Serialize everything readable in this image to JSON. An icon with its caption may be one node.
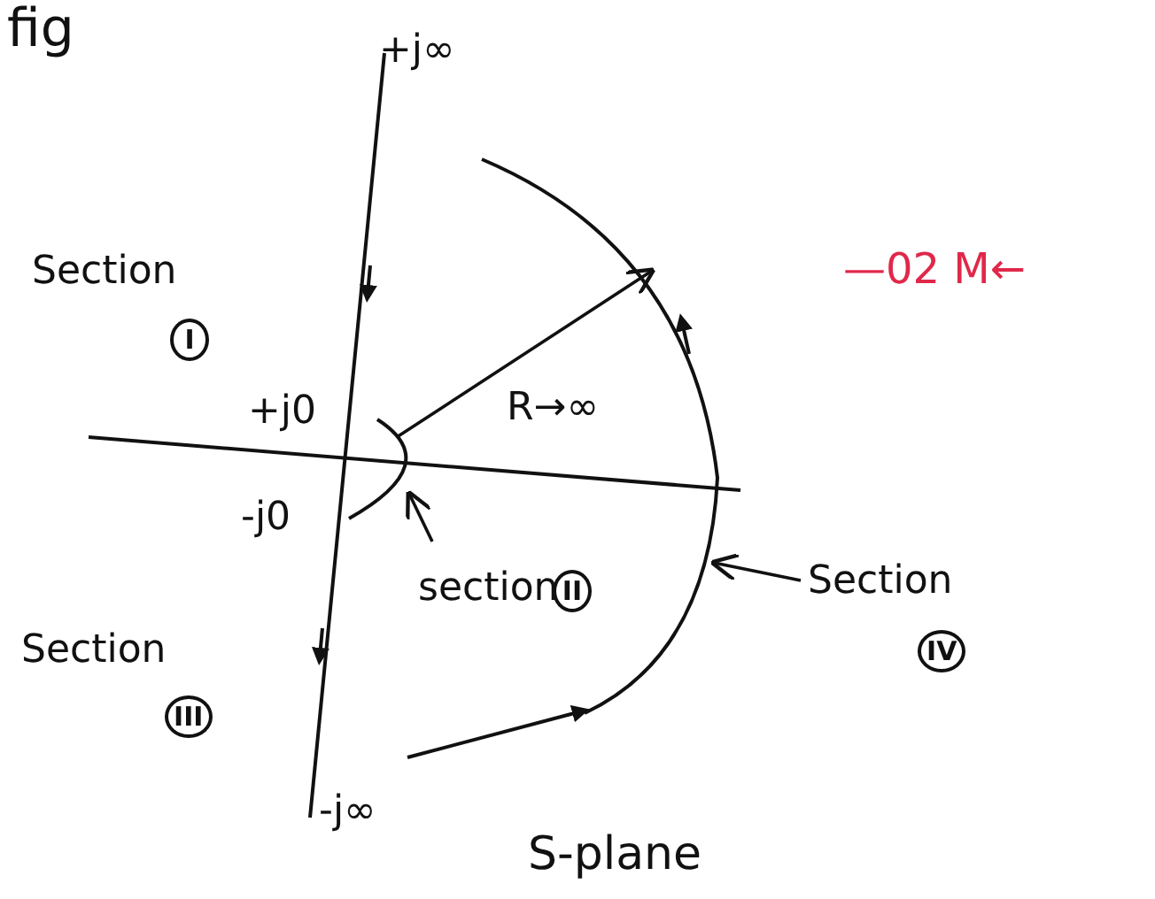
{
  "diagram": {
    "nodes": [
      {
        "text": [
          "Section",
          "I"
        ]
      },
      {
        "text": [],
        "shape": "arc"
      },
      {
        "text": [],
        "shape": "arc"
      },
      {
        "text": [
          "section",
          "II"
        ],
        "in": 2
      },
      {
        "text": [
          "Section",
          "IV"
        ]
      },
      {
        "text": [
          "Section",
          "III"
        ]
      }
    ],
    "edges": [
      {
        "from": 3,
        "to": 1,
        "arrow": "to"
      },
      {
        "from": 4,
        "to": 2,
        "arrow": "to"
      },
      {
        "from": 1,
        "to": 2,
        "arrow": "to",
        "label": "R→∞"
      }
    ],
    "labels": [
      "fig",
      "+j∞",
      "+j0",
      "-j0",
      "-j∞",
      "S-plane",
      "—02 M←"
    ]
  }
}
